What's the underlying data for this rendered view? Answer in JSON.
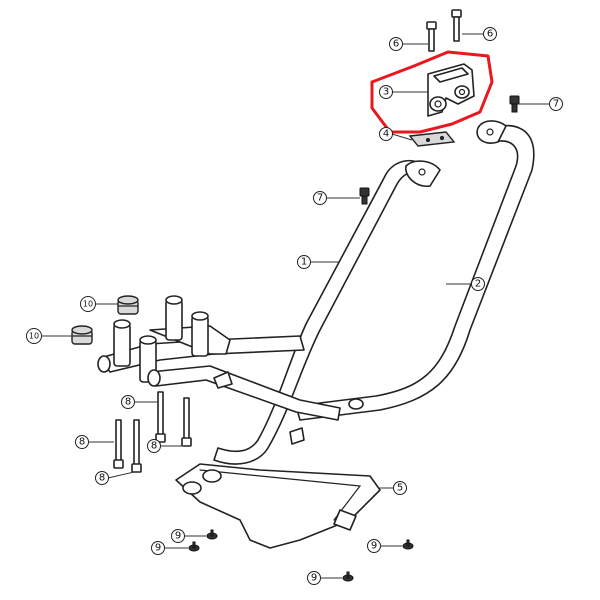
{
  "highlight_color": "#e8181e",
  "callouts": [
    {
      "id": "c6a",
      "label": "6"
    },
    {
      "id": "c6b",
      "label": "6"
    },
    {
      "id": "c3",
      "label": "3"
    },
    {
      "id": "c7a",
      "label": "7"
    },
    {
      "id": "c4",
      "label": "4"
    },
    {
      "id": "c7b",
      "label": "7"
    },
    {
      "id": "c1",
      "label": "1"
    },
    {
      "id": "c2",
      "label": "2"
    },
    {
      "id": "c10a",
      "label": "10"
    },
    {
      "id": "c10b",
      "label": "10"
    },
    {
      "id": "c8a",
      "label": "8"
    },
    {
      "id": "c8b",
      "label": "8"
    },
    {
      "id": "c8c",
      "label": "8"
    },
    {
      "id": "c8d",
      "label": "8"
    },
    {
      "id": "c5",
      "label": "5"
    },
    {
      "id": "c9a",
      "label": "9"
    },
    {
      "id": "c9b",
      "label": "9"
    },
    {
      "id": "c9c",
      "label": "9"
    },
    {
      "id": "c9d",
      "label": "9"
    }
  ]
}
